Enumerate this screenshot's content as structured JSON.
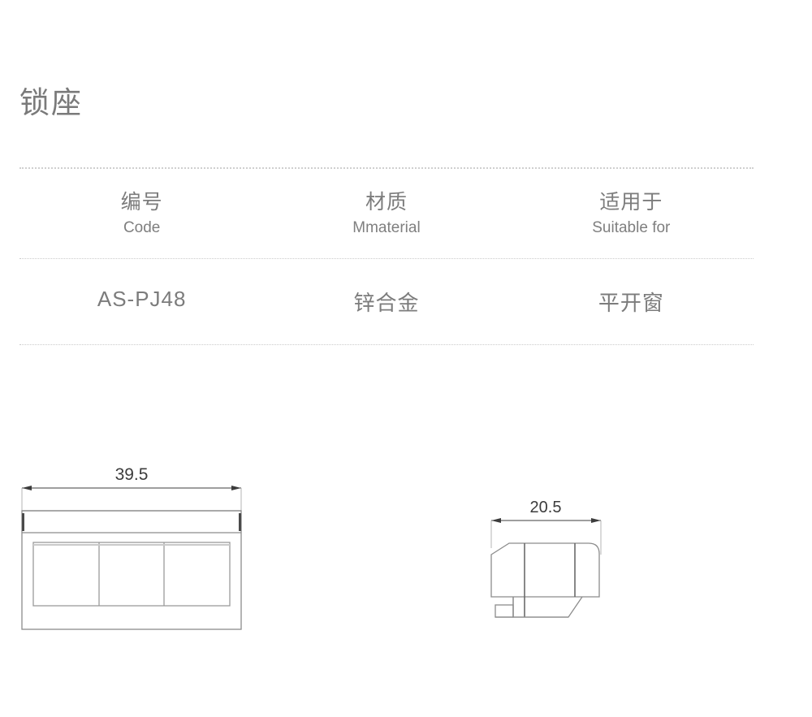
{
  "page": {
    "title_cn": "锁座",
    "background_color": "#ffffff",
    "text_color": "#7a7a7a"
  },
  "spec_table": {
    "columns": [
      {
        "cn": "编号",
        "en": "Code"
      },
      {
        "cn": "材质",
        "en": "Mmaterial"
      },
      {
        "cn": "适用于",
        "en": "Suitable for"
      }
    ],
    "rows": [
      {
        "code": "AS-PJ48",
        "material": "锌合金",
        "suitable_for": "平开窗"
      }
    ],
    "divider_color": "#cfcfcf"
  },
  "drawings": {
    "front_view": {
      "name": "front-view",
      "dimension_label": "39.5",
      "dimension_axis": "width",
      "units": "mm"
    },
    "side_view": {
      "name": "side-view",
      "dimension_label": "20.5",
      "dimension_axis": "width",
      "units": "mm"
    },
    "line_color": "#8c8c8c",
    "dimension_line_color": "#3c3c3c"
  }
}
